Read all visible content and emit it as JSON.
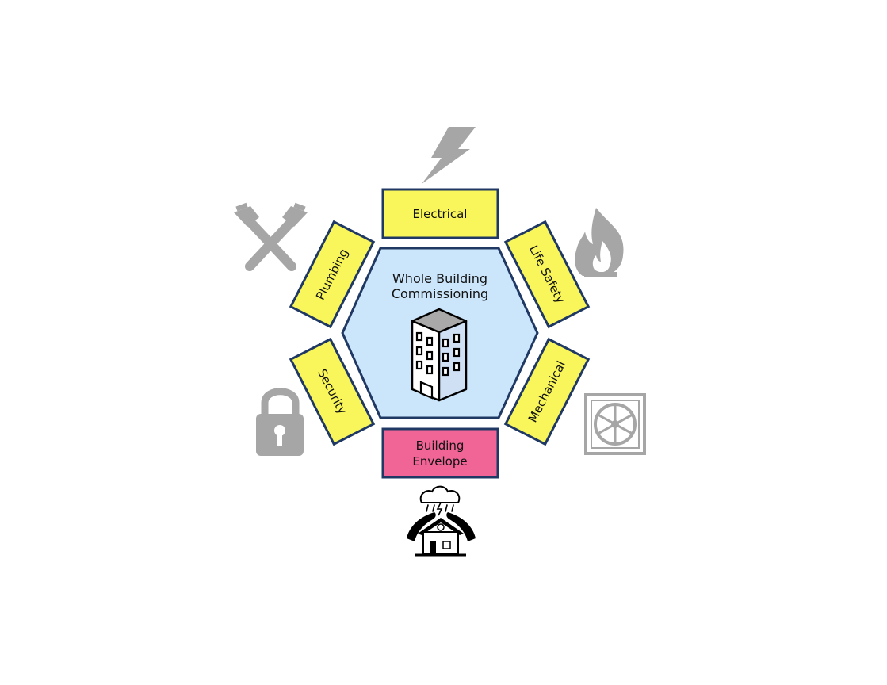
{
  "center": {
    "title_line1": "Whole Building",
    "title_line2": "Commissioning",
    "icon": "office-building-icon"
  },
  "segments": [
    {
      "id": "electrical",
      "label": "Electrical",
      "icon": "lightning-bolt-icon",
      "color": "#f8f65a"
    },
    {
      "id": "life-safety",
      "label": "Life Safety",
      "icon": "fire-flame-icon",
      "color": "#f8f65a"
    },
    {
      "id": "mechanical",
      "label": "Mechanical",
      "icon": "exhaust-fan-icon",
      "color": "#f8f65a"
    },
    {
      "id": "building-envelope",
      "label_line1": "Building",
      "label_line2": "Envelope",
      "icon": "hands-protecting-house-icon",
      "color": "#f06496"
    },
    {
      "id": "security",
      "label": "Security",
      "icon": "padlock-icon",
      "color": "#f8f65a"
    },
    {
      "id": "plumbing",
      "label": "Plumbing",
      "icon": "crossed-pipe-wrenches-icon",
      "color": "#f8f65a"
    }
  ],
  "colors": {
    "hexagon_fill": "#cbe6fb",
    "outline": "#1f3864",
    "icon_gray": "#a6a6a6"
  }
}
